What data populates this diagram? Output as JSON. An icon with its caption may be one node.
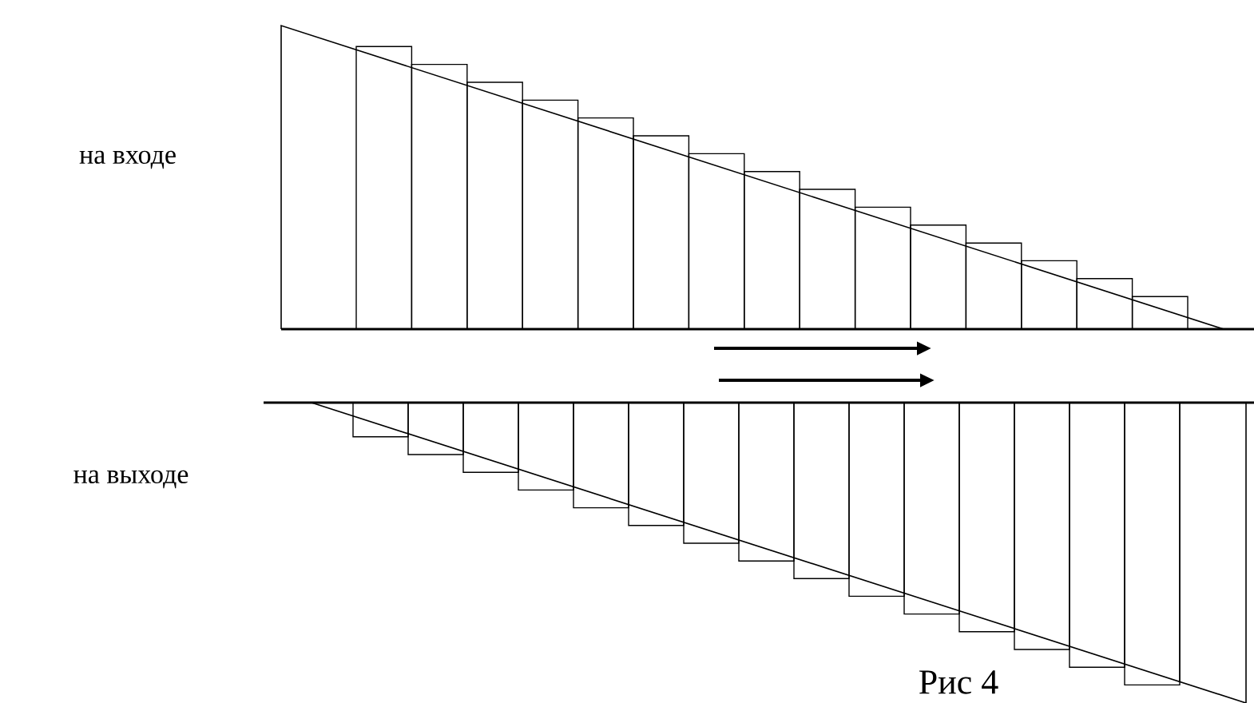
{
  "diagram": {
    "caption": "Рис 4",
    "labels": [
      "на входе",
      "на выходе"
    ]
  }
}
